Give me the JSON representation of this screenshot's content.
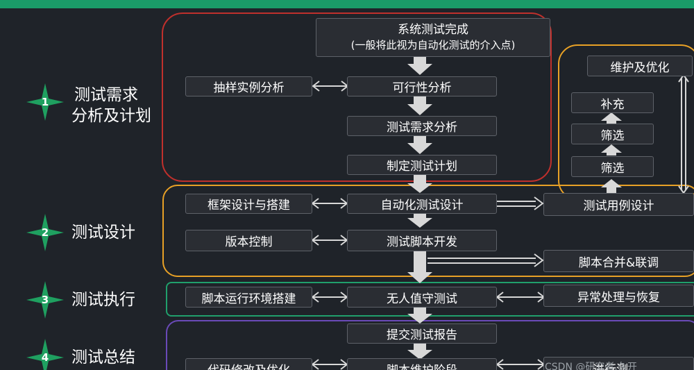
{
  "phases": [
    {
      "num": "1",
      "line1": "测试需求",
      "line2": "分析及计划"
    },
    {
      "num": "2",
      "line1": "测试设计"
    },
    {
      "num": "3",
      "line1": "测试执行"
    },
    {
      "num": "4",
      "line1": "测试总结"
    }
  ],
  "boxes": {
    "system_test_done": {
      "line1": "系统测试完成",
      "line2": "(一般将此视为自动化测试的介入点)"
    },
    "sampling_analysis": "抽样实例分析",
    "feasibility_analysis": "可行性分析",
    "requirement_analysis": "测试需求分析",
    "test_plan": "制定测试计划",
    "maintain_optimize": "维护及优化",
    "supplement": "补充",
    "filter_1": "筛选",
    "filter_2": "筛选",
    "framework_design": "框架设计与搭建",
    "automation_design": "自动化测试设计",
    "testcase_design": "测试用例设计",
    "version_control": "版本控制",
    "script_development": "测试脚本开发",
    "script_merge": "脚本合并&联调",
    "runtime_env": "脚本运行环境搭建",
    "unattended_test": "无人值守测试",
    "exception_handling": "异常处理与恢复",
    "submit_report": "提交测试报告",
    "code_modify": "代码修改及优化",
    "script_maintenance": "脚本维护阶段",
    "release_note": "进行测"
  },
  "watermark": "CSDN @研究者.久开",
  "colors": {
    "background": "#1f2329",
    "top_bar": "#1a9b68",
    "plan_border": "#c0302c",
    "design_border": "#e8a126",
    "exec_border": "#20a06c",
    "summary_border": "#6a4ab8",
    "star": "#1fa060"
  }
}
